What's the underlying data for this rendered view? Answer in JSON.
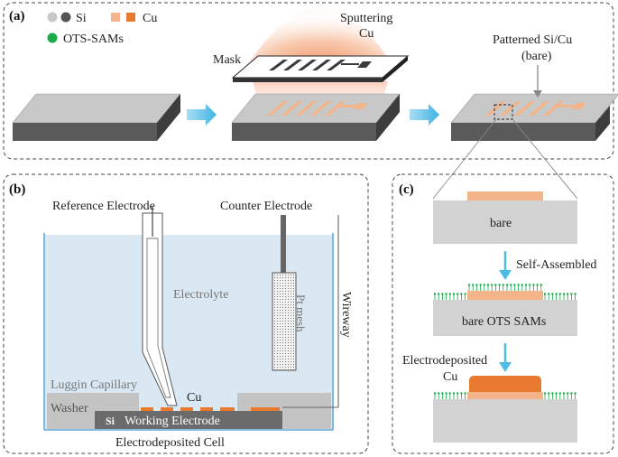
{
  "panel_a": {
    "label": "(a)",
    "legend": {
      "si": "Si",
      "cu": "Cu",
      "ots": "OTS-SAMs"
    },
    "sputtering_label": "Sputtering",
    "sputtering_label_2": "Cu",
    "mask_label": "Mask",
    "patterned_label": "Patterned Si/Cu",
    "patterned_label_2": "(bare)"
  },
  "panel_b": {
    "label": "(b)",
    "reference_electrode": "Reference Electrode",
    "counter_electrode": "Counter Electrode",
    "electrolyte": "Electrolyte",
    "pt_mesh": "Pt mesh",
    "wireway": "Wireway",
    "luggin_capillary": "Luggin Capillary",
    "washer": "Washer",
    "cu": "Cu",
    "si": "Si",
    "working_electrode": "Working Electrode",
    "cell_title": "Electrodeposited Cell"
  },
  "panel_c": {
    "label": "(c)",
    "bare": "bare",
    "self_assembled": "Self-Assembled",
    "bare_ots": "bare OTS SAMs",
    "electrodeposited": "Electrodeposited",
    "electrodeposited_2": "Cu"
  },
  "colors": {
    "si_light": "#c8c8c8",
    "si_dark": "#555555",
    "cu_light": "#f3b48a",
    "cu_dark": "#e87a30",
    "ots_green": "#1aaa4a",
    "arrow_blue": "#4dbde8",
    "electrolyte": "#d9e8f2"
  }
}
